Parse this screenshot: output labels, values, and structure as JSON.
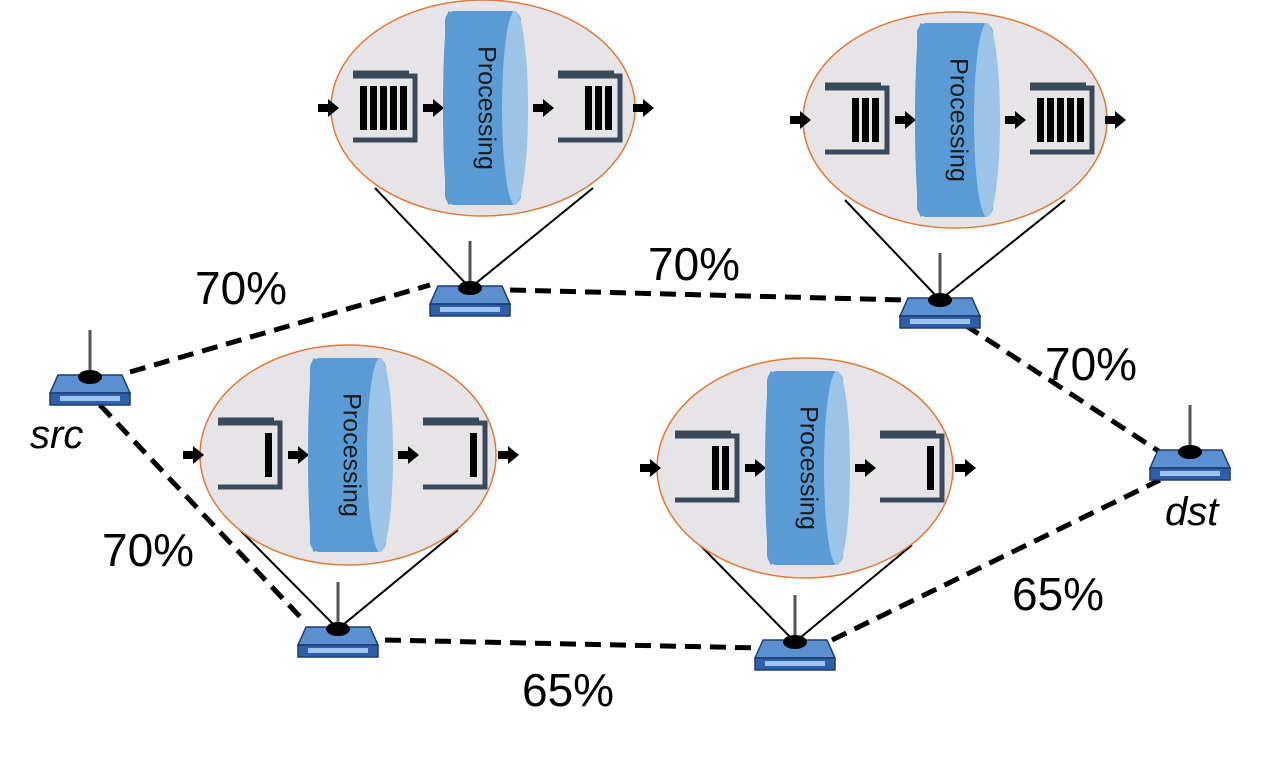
{
  "colors": {
    "bubble_fill": "#e6e4e6",
    "bubble_stroke": "#e07a3a",
    "processor_fill": "#5b9bd5",
    "processor_edge": "#9dc3e6",
    "queue_outline": "#3b4a5a",
    "packet": "#000000",
    "router_body": "#2f5fa8"
  },
  "nodes": [
    {
      "id": "src",
      "label": "src"
    },
    {
      "id": "r1",
      "label": ""
    },
    {
      "id": "r2",
      "label": ""
    },
    {
      "id": "r3",
      "label": ""
    },
    {
      "id": "r4",
      "label": ""
    },
    {
      "id": "dst",
      "label": "dst"
    }
  ],
  "links": [
    {
      "from": "src",
      "to": "r1",
      "label": "70%"
    },
    {
      "from": "r1",
      "to": "r2",
      "label": "70%"
    },
    {
      "from": "r2",
      "to": "dst",
      "label": "70%"
    },
    {
      "from": "src",
      "to": "r3",
      "label": "70%"
    },
    {
      "from": "r3",
      "to": "r4",
      "label": "65%"
    },
    {
      "from": "r4",
      "to": "dst",
      "label": "65%"
    }
  ],
  "routers": [
    {
      "id": "r1",
      "processor_label": "Processing",
      "input_queue_packets": 5,
      "output_queue_packets": 3
    },
    {
      "id": "r2",
      "processor_label": "Processing",
      "input_queue_packets": 3,
      "output_queue_packets": 5
    },
    {
      "id": "r3",
      "processor_label": "Processing",
      "input_queue_packets": 1,
      "output_queue_packets": 1
    },
    {
      "id": "r4",
      "processor_label": "Processing",
      "input_queue_packets": 2,
      "output_queue_packets": 1
    }
  ],
  "icons": {
    "router": "wireless-router-icon",
    "arrow": "arrow-right-icon",
    "queue": "packet-queue-icon",
    "processor": "processing-cylinder-icon"
  }
}
